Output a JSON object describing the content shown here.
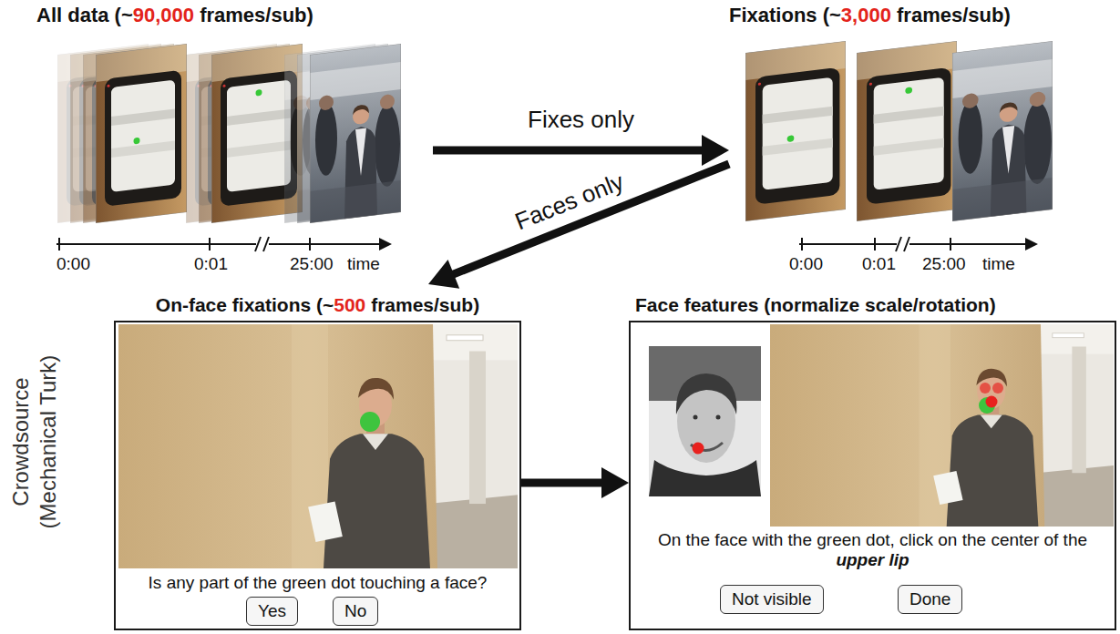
{
  "diagram": {
    "nodes": [
      {
        "text": [
          "All data (~90,000 frames/sub)"
        ]
      },
      {
        "text": [
          "Fixations (~3,000 frames/sub)"
        ]
      },
      {
        "text": [
          "On-face fixations (~500 frames/sub)",
          "Is any part of the green dot touching a face?"
        ]
      },
      {
        "text": [
          "Yes"
        ],
        "in": 2
      },
      {
        "text": [
          "No"
        ],
        "in": 2
      },
      {
        "text": [
          "Face features (normalize scale/rotation)",
          "On the face with the green dot, click on the center of the upper lip"
        ]
      },
      {
        "text": [
          "Not visible"
        ],
        "in": 5
      },
      {
        "text": [
          "Done"
        ],
        "in": 5
      }
    ],
    "edges": [
      {
        "from": 0,
        "to": 1,
        "label": "Fixes only",
        "arrow": "to"
      },
      {
        "from": 1,
        "to": 2,
        "label": "Faces only",
        "arrow": "to"
      },
      {
        "from": 2,
        "to": 5,
        "arrow": "to"
      }
    ],
    "labels": [
      "0:00",
      "0:01",
      "25:00",
      "time",
      "0:00",
      "0:01",
      "25:00",
      "time",
      "Crowdsource (Mechanical Turk)"
    ]
  }
}
